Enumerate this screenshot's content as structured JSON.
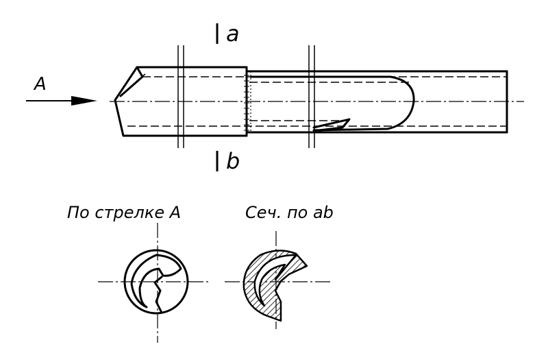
{
  "labels": {
    "arrow": "A",
    "section_top": "a",
    "section_bottom": "b",
    "view_caption": "По стрелке А",
    "section_caption": "Сеч. по аb"
  }
}
